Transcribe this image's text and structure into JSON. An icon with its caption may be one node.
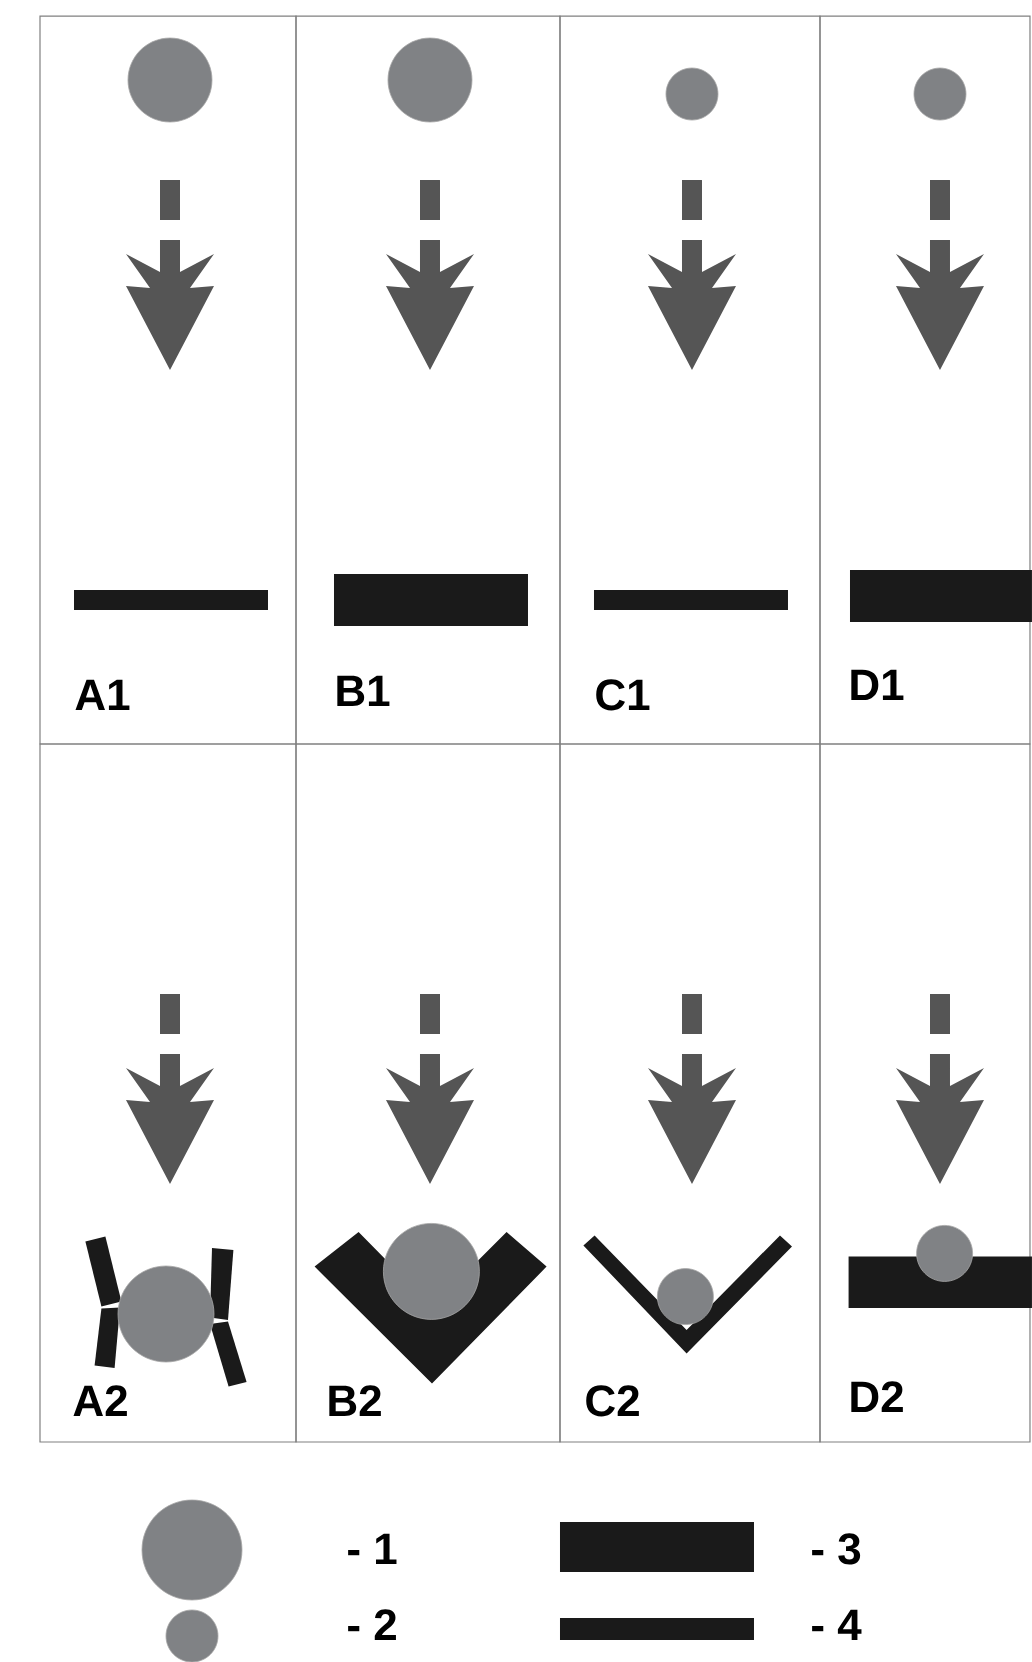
{
  "diagram": {
    "nodes": [
      {
        "text": [
          "A1"
        ]
      },
      {
        "text": [
          "B1"
        ]
      },
      {
        "text": [
          "C1"
        ]
      },
      {
        "text": [
          "D1"
        ]
      },
      {
        "text": [
          "A2"
        ]
      },
      {
        "text": [
          "B2"
        ]
      },
      {
        "text": [
          "C2"
        ]
      },
      {
        "text": [
          "D2"
        ]
      }
    ],
    "legend": [
      {
        "text": "- 1"
      },
      {
        "text": "- 2"
      },
      {
        "text": "- 3"
      },
      {
        "text": "- 4"
      }
    ]
  }
}
